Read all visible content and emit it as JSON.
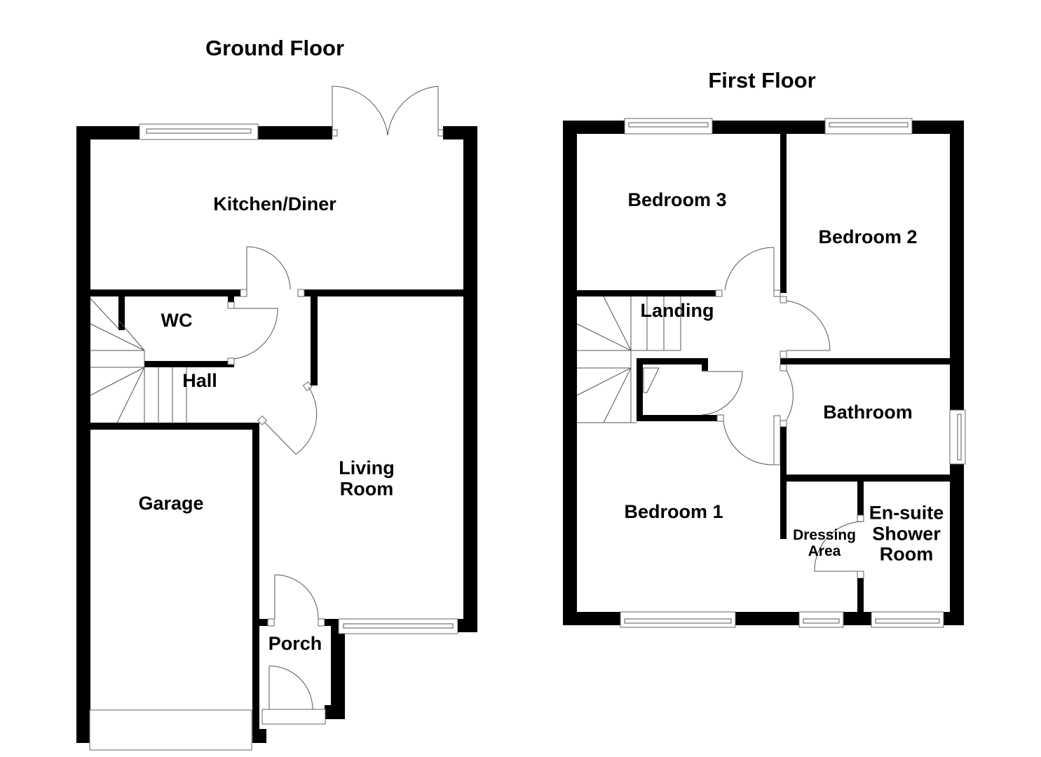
{
  "ground_floor": {
    "title": "Ground Floor",
    "rooms": {
      "kitchen": "Kitchen/Diner",
      "wc": "WC",
      "hall": "Hall",
      "living_line1": "Living",
      "living_line2": "Room",
      "garage": "Garage",
      "porch": "Porch"
    }
  },
  "first_floor": {
    "title": "First Floor",
    "rooms": {
      "bedroom3": "Bedroom 3",
      "bedroom2": "Bedroom 2",
      "landing": "Landing",
      "bathroom": "Bathroom",
      "bedroom1": "Bedroom 1",
      "dressing_line1": "Dressing",
      "dressing_line2": "Area",
      "ensuite_line1": "En-suite",
      "ensuite_line2": "Shower",
      "ensuite_line3": "Room"
    }
  }
}
